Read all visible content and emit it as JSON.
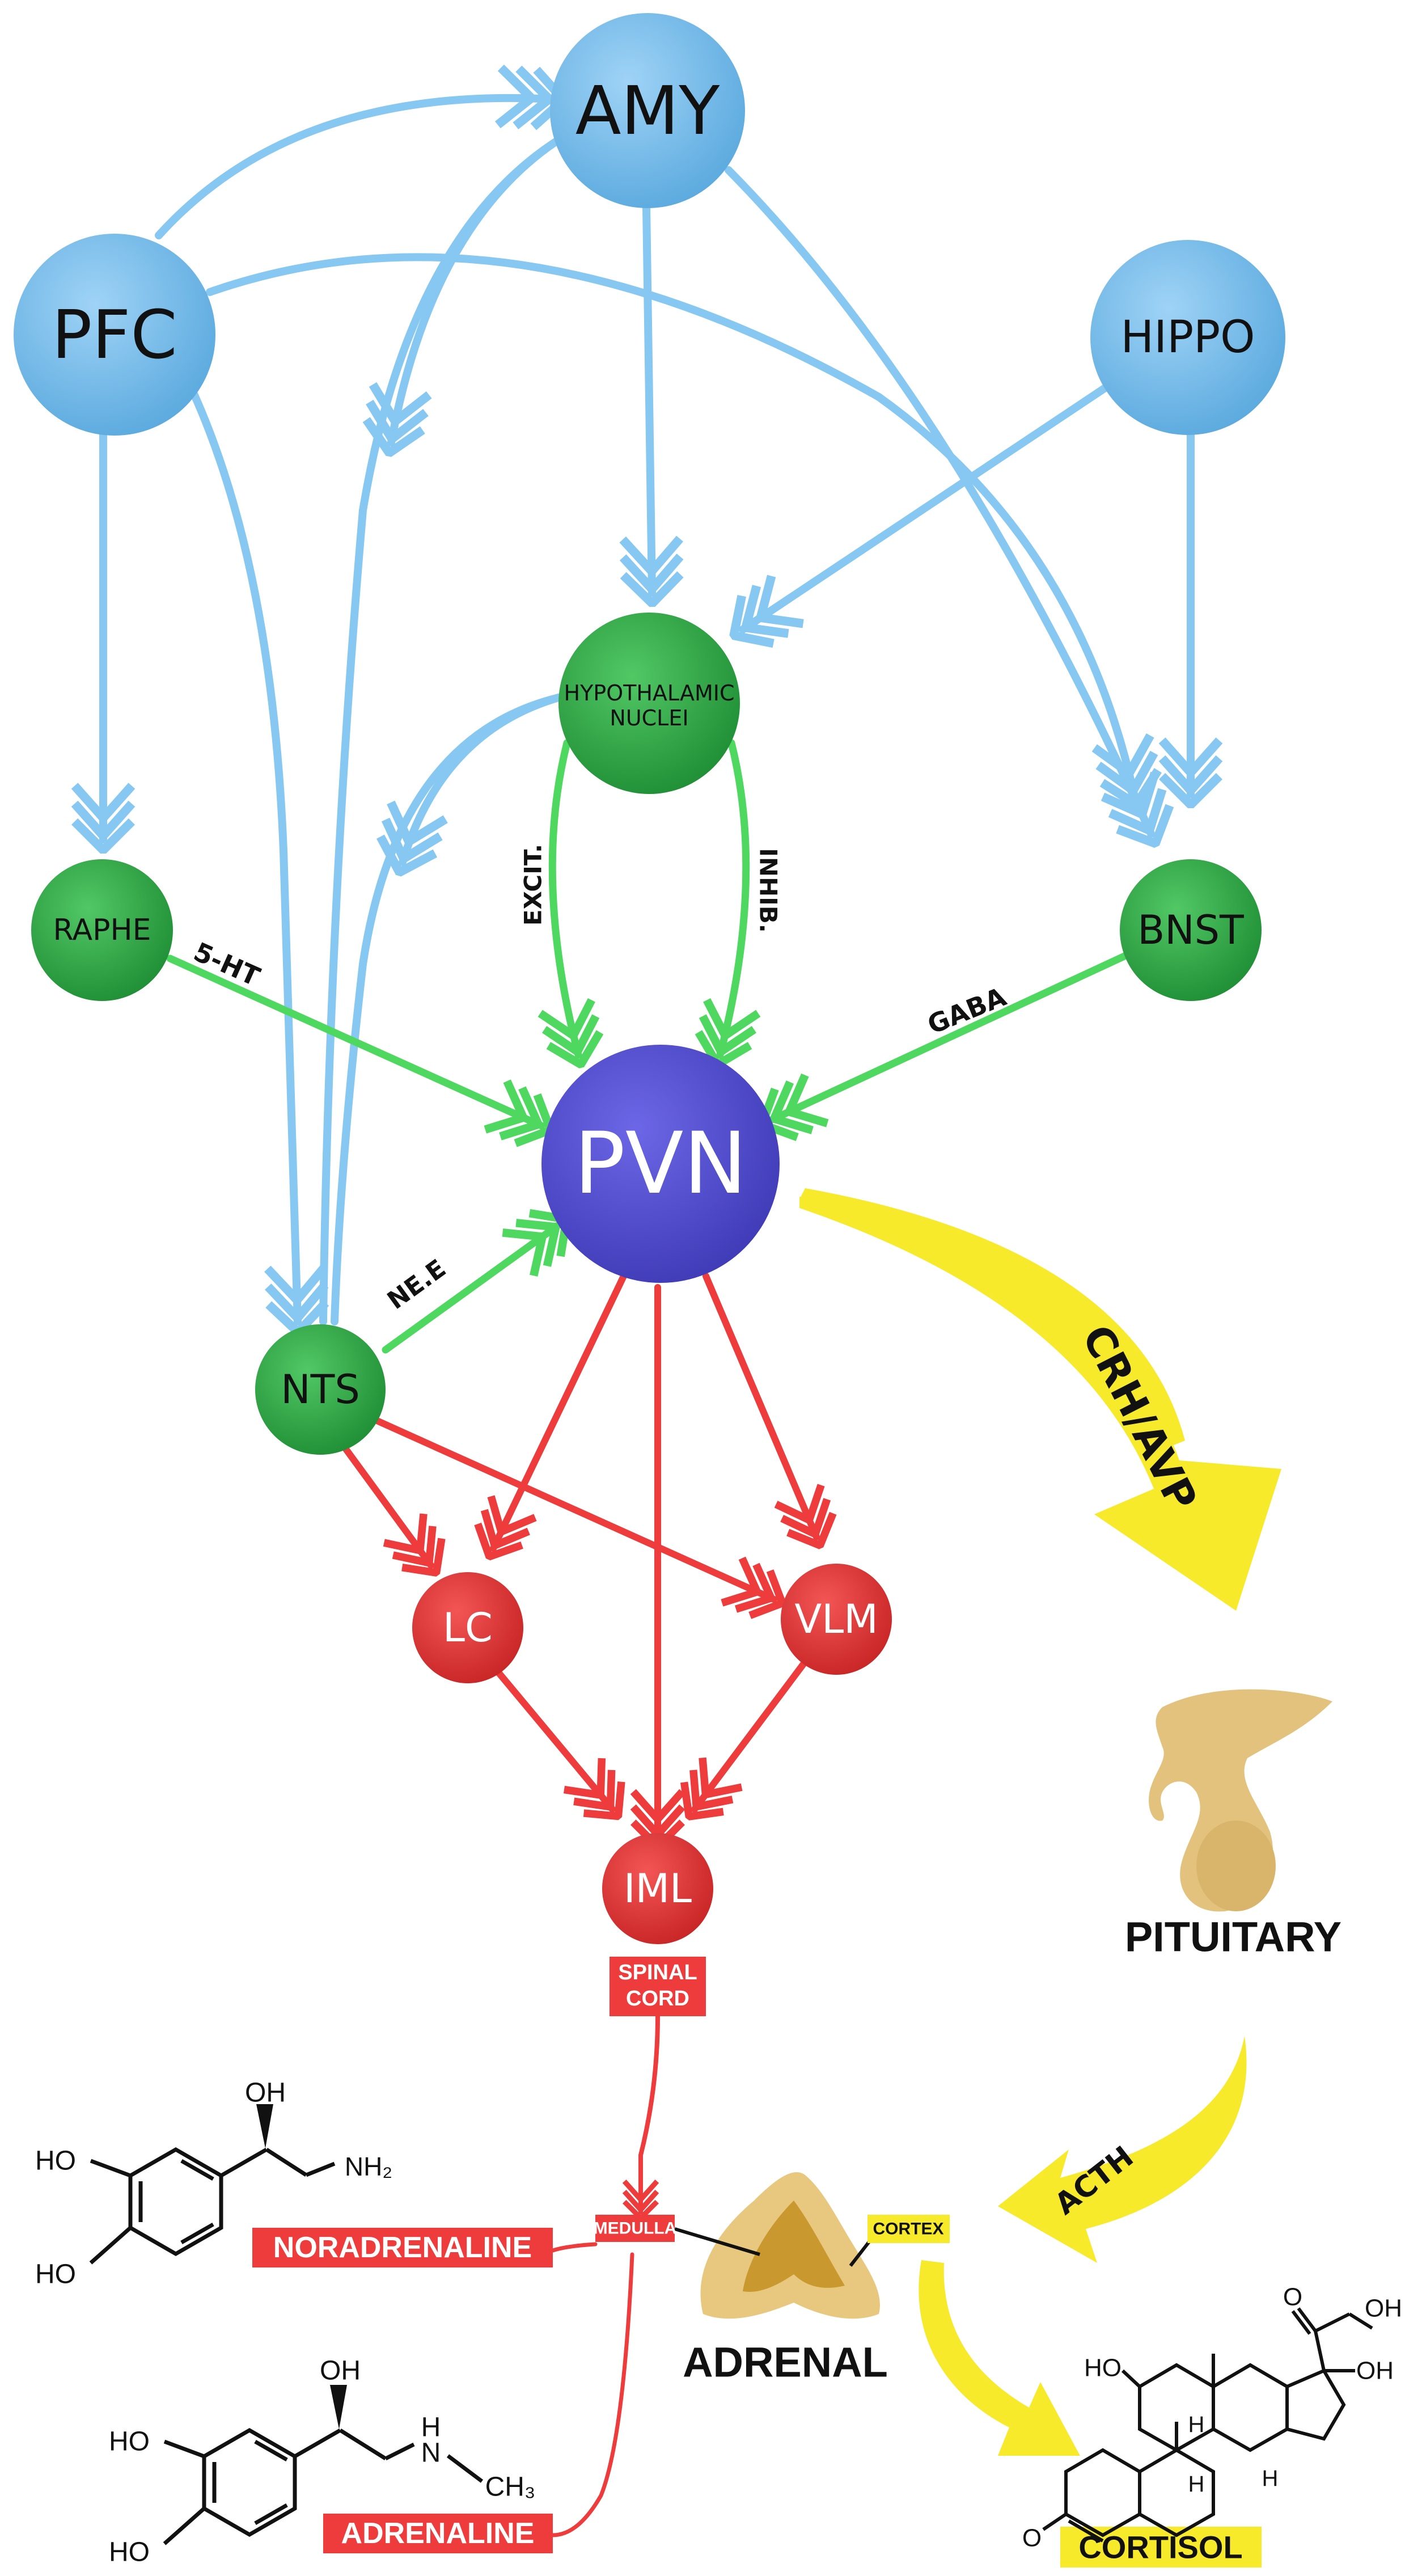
{
  "colors": {
    "blue_node": "#7fc0ec",
    "blue_edge": "#86c8f2",
    "green_node": "#35b04a",
    "green_edge": "#4fd85f",
    "pvn": "#5a55d6",
    "red": "#ee3b3b",
    "yellow": "#f6ea2a",
    "tan": "#e2c27c"
  },
  "nodes": {
    "amy": "AMY",
    "pfc": "PFC",
    "hippo": "HIPPO",
    "hypothalamic_line1": "HYPOTHALAMIC",
    "hypothalamic_line2": "NUCLEI",
    "raphe": "RAPHE",
    "bnst": "BNST",
    "pvn": "PVN",
    "nts": "NTS",
    "lc": "LC",
    "vlm": "VLM",
    "iml": "IML"
  },
  "edge_labels": {
    "serotonin": "5-HT",
    "gaba": "GABA",
    "excit": "EXCIT.",
    "inhib": "INHIB.",
    "norepinephrine": "NE.E",
    "crh_avp": "CRH/AVP",
    "acth": "ACTH"
  },
  "organs": {
    "pituitary": "PITUITARY",
    "adrenal": "ADRENAL"
  },
  "tags": {
    "spinal_line1": "SPINAL",
    "spinal_line2": "CORD",
    "medulla": "MEDULLA",
    "cortex": "CORTEX",
    "noradrenaline": "NORADRENALINE",
    "adrenaline": "ADRENALINE",
    "cortisol": "CORTISOL"
  },
  "chem": {
    "oh": "OH",
    "ho": "HO",
    "nh2": "NH₂",
    "h": "H",
    "n": "N",
    "ch3": "CH₃",
    "o": "O"
  }
}
